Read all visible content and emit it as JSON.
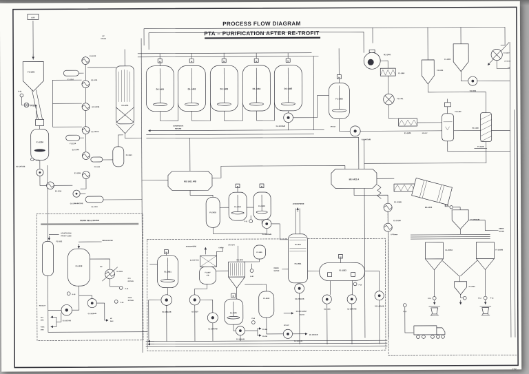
{
  "title": {
    "line1": "PROCESS FLOW DIAGRAM",
    "line2": "PTA – PURIFICATION AFTER RE-TROFIT"
  },
  "labels": {
    "utr": "UTR",
    "hp": "HP",
    "steam": "STEAM",
    "m": "M",
    "f1_1201": "F1-1201",
    "p01": "P-01",
    "f1_1204": "F1-1204",
    "f1_1206": "F1-1206",
    "p08": "P-08",
    "g1_1207": "G1-1207A/B",
    "e1_1218": "E1-1218",
    "g1_1208": "G1-1208A/B/C/D/E",
    "f1_1213": "F1-1213",
    "e1_1208": "E1-1208",
    "f1_1220": "F1-1220",
    "e1_1220b": "E1-1220B",
    "f1_1221": "F1-1221",
    "e1_1210a": "E1-1210A",
    "f1_1214": "F1-1214",
    "e1_1210b": "E1-1210B",
    "e1_1211": "E1-1211",
    "f1_1216": "F1-1216",
    "e1_1212": "E1-1212",
    "d1_1201": "D1-1201",
    "d1_1401": "D1-1401",
    "d1_1402": "D1-1402",
    "d1_1403": "D1-1403",
    "d1_1404": "D1-1404",
    "d1_1405": "D1-1405",
    "g1_1415": "G1-1415A/B",
    "condensate": "CONDENSATE",
    "return": "RETURN",
    "f1_1406": "F1-1406",
    "g1_1407": "G1-1407A/B",
    "m1_1451": "M1-1451",
    "f1_1450": "F1-1450",
    "f1_1451": "F1-1451",
    "f1_1405": "F1-1405",
    "f1_1454": "F1-1454",
    "f1_1453": "F1-1453",
    "e1_1410": "E1-1410",
    "lp_steam": "LP Steam",
    "cw": "CW",
    "g1_1452": "G1-1452",
    "f1_1409": "F1-1409",
    "e1_1428": "E1-1428",
    "f1_1428": "F1-1428",
    "m1_1411": "M1-1411 A/B",
    "m1_1421": "M1-1421 A",
    "f1_1415": "F1-1415",
    "f1_1414": "F1-1414",
    "f1_1419": "F1-1419",
    "p11": "P-11",
    "g1_1420": "G1-1420A/B",
    "atmosphere": "ATMOSPHERE",
    "e1_1418b": "E1-1418B",
    "e1_1418a": "E1-1418A",
    "m1_1422": "M1-1422",
    "p09": "P-09",
    "f1_1903": "F1-1903A/B",
    "demin": "DEMIN",
    "water": "WATER",
    "demin_water": "DEMIN WATER",
    "e1_1502": "E1-1502",
    "f1_1501": "F1-1501",
    "g1_1502": "G1-1502A/B",
    "f1_1503": "F1-1503",
    "p10": "P-10",
    "g1_1505": "G1-1505",
    "g1_1504": "G1-1504A/B",
    "g1_1413": "G1-1413A/B",
    "f1_1601": "F1-1601",
    "g1_1602": "G1-1602A/B",
    "e1_1607": "E1-1607 A/B",
    "f1_1607a": "F1-1607",
    "f1_1607b": "A/B",
    "cw_bw": "CW/BW",
    "nitrogen": "(Nitrogen)",
    "m1_1603": "M1-1603",
    "f1_1605": "F1-1605",
    "p40": "P-40",
    "g1_1610": "G1-1610",
    "g1_1609": "G1-1609A/B",
    "f1_1604": "F1-1604",
    "g1_1608": "G1-1608A/B",
    "p42": "P-42",
    "f303": "F1-303",
    "f818": "F1-818",
    "f1_1610": "F1-1610",
    "g1_1611": "G1-1611A/B",
    "ml1610": "ML-1610A/B",
    "ml_effluent": "ML-EFFLUENT",
    "to_pit": "TO PIT",
    "f1_2020a": "F1-2020A",
    "f1_2020b": "F1-2020B",
    "f1_2020": "F1-2020",
    "p12": "P-12",
    "p13": "P-13",
    "p14": "P-14",
    "p15": "P-15",
    "sp3": "SP3-027",
    "dwg": "A-0017",
    "inset_title": "DEMIN SEAL WATER",
    "hp_nitrogen": "HP NITROGEN",
    "from_f1_1808": "FROM F1-1808",
    "f1_1822": "F1-1822",
    "f1_1818": "F1-1818",
    "e1_1819": "E1-1819",
    "oxy": "OXY",
    "pure": "PURE",
    "dws": "DWS",
    "p23": "P-23",
    "p24": "P-24",
    "p45": "P-45",
    "m1_1817": "M1-1817A",
    "g1_1817": "G1-1817A/B",
    "g1_1816": "G1-1816A/B"
  }
}
